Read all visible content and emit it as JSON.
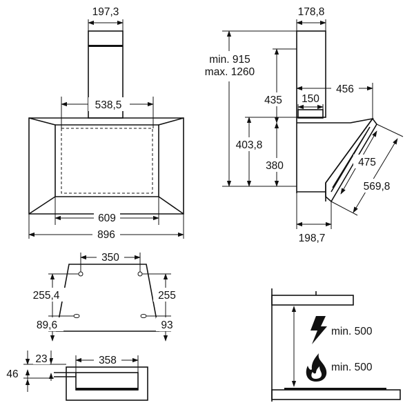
{
  "front": {
    "chimney_width": "197,3",
    "inner_width": "538,5",
    "hood_bottom_width": "609",
    "total_width": "896"
  },
  "side": {
    "chimney_depth": "178,8",
    "min_height": "min. 915",
    "max_height": "max. 1260",
    "upper_height": "435",
    "outlet_depth": "150",
    "projection": "456",
    "body_height": "403,8",
    "outlet_height": "380",
    "glass_inner": "475",
    "glass_outer": "569,8",
    "base_depth": "198,7"
  },
  "bracket": {
    "hole_spacing": "350",
    "left_height": "255,4",
    "right_height": "255",
    "left_offset": "89,6",
    "right_offset": "93"
  },
  "bottom": {
    "top_offset": "23",
    "width": "358",
    "height": "46"
  },
  "clearance": {
    "electric_label": "min. 500",
    "gas_label": "min. 500"
  }
}
